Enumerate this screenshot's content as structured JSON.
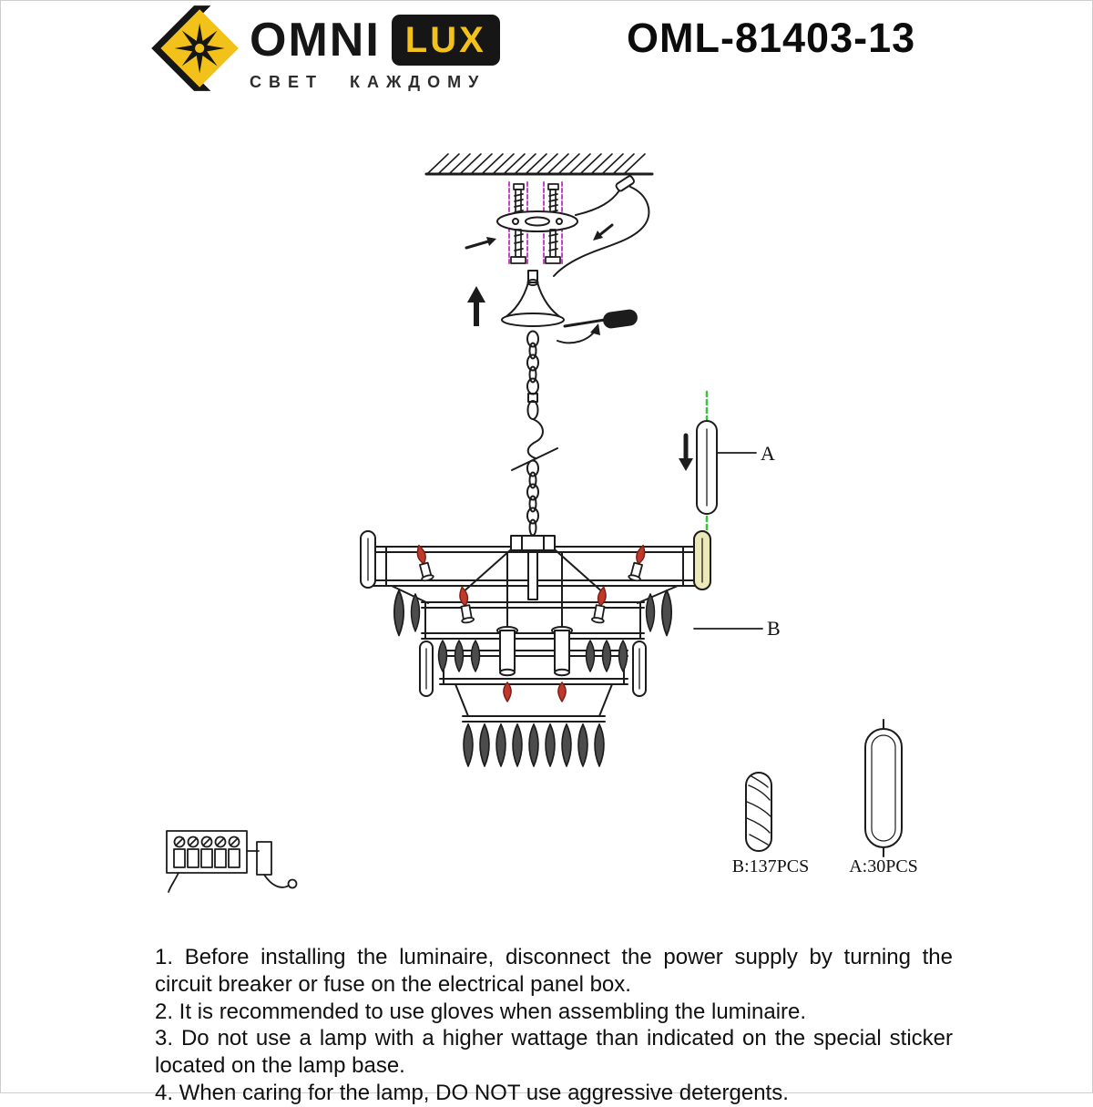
{
  "header": {
    "brand": {
      "name_part1": "OMNI",
      "name_part2": "LUX",
      "tagline": "СВЕТ КАЖДОМУ"
    },
    "model": "OML-81403-13"
  },
  "diagram": {
    "callout_a": "A",
    "callout_b": "B",
    "part_b_count": "B:137PCS",
    "part_a_count": "A:30PCS",
    "colors": {
      "line": "#1c1c1c",
      "logo_yellow": "#f2c21a",
      "guide_magenta": "#c93fc9",
      "guide_green": "#37c437",
      "flame_red": "#bf3a2b",
      "crystal_tint": "#ece9b8"
    }
  },
  "instructions": {
    "items": [
      "1. Before installing the luminaire, disconnect the power supply by turning the circuit breaker or fuse on the electrical panel box.",
      "2. It is recommended to use gloves when assembling the luminaire.",
      "3. Do not use a lamp with a higher wattage than indicated on the special sticker located on the lamp base.",
      "4. When caring for the lamp, DO NOT use aggressive detergents."
    ]
  }
}
